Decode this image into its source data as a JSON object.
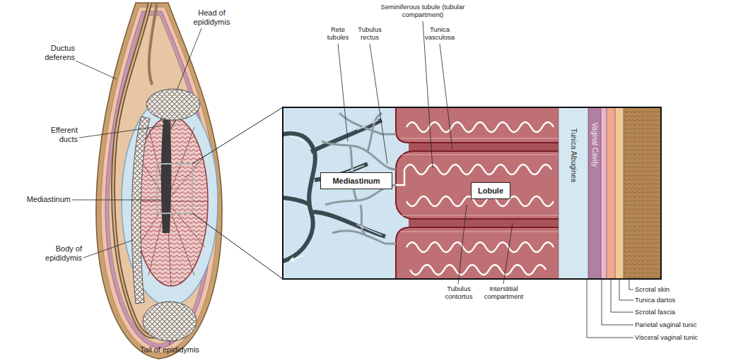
{
  "diagram": {
    "nodes": [
      {
        "text": [
          "Mediastinum"
        ]
      },
      {
        "text": [
          "Lobule"
        ]
      }
    ],
    "labels": [
      "Head of epididymis",
      "Ductus deferens",
      "Efferent ducts",
      "Mediastinum",
      "Body of epididymis",
      "Tail of epididymis",
      "Seminiferous tubule (tubular compartment)",
      "Rete tubules",
      "Tubulus rectus",
      "Tunica vasculosa",
      "Tunica Albuginea",
      "Vaginal Cavity",
      "Tubulus contortus",
      "Interstitial compartment",
      "Scrotal skin",
      "Tunica dartos",
      "Scrotal fascia",
      "Parietal vaginal tunic",
      "Visceral vaginal tunic"
    ]
  }
}
